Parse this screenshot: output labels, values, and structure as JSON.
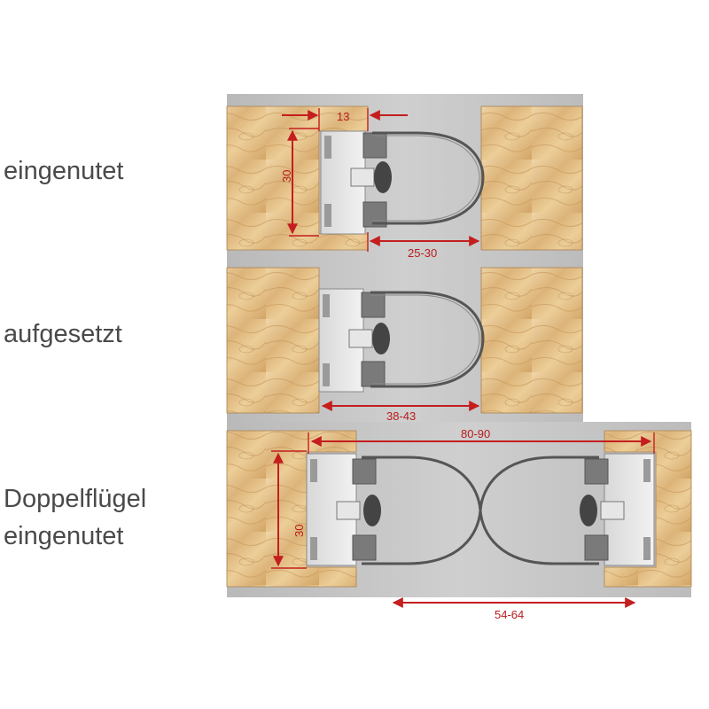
{
  "labels": {
    "row1": "eingenutet",
    "row2": "aufgesetzt",
    "row3_line1": "Doppelflügel",
    "row3_line2": "eingenutet"
  },
  "dimensions": {
    "r1_width": "13",
    "r1_height": "30",
    "r1_gap": "25-30",
    "r2_gap": "38-43",
    "r3_total": "80-90",
    "r3_height": "30",
    "r3_gap": "54-64"
  },
  "colors": {
    "dimension": "#c41e1e",
    "background_panel": "#c9c9c9",
    "wood": "#e2c08c",
    "wood_dark": "#c79a5e",
    "seal": "#555555"
  }
}
